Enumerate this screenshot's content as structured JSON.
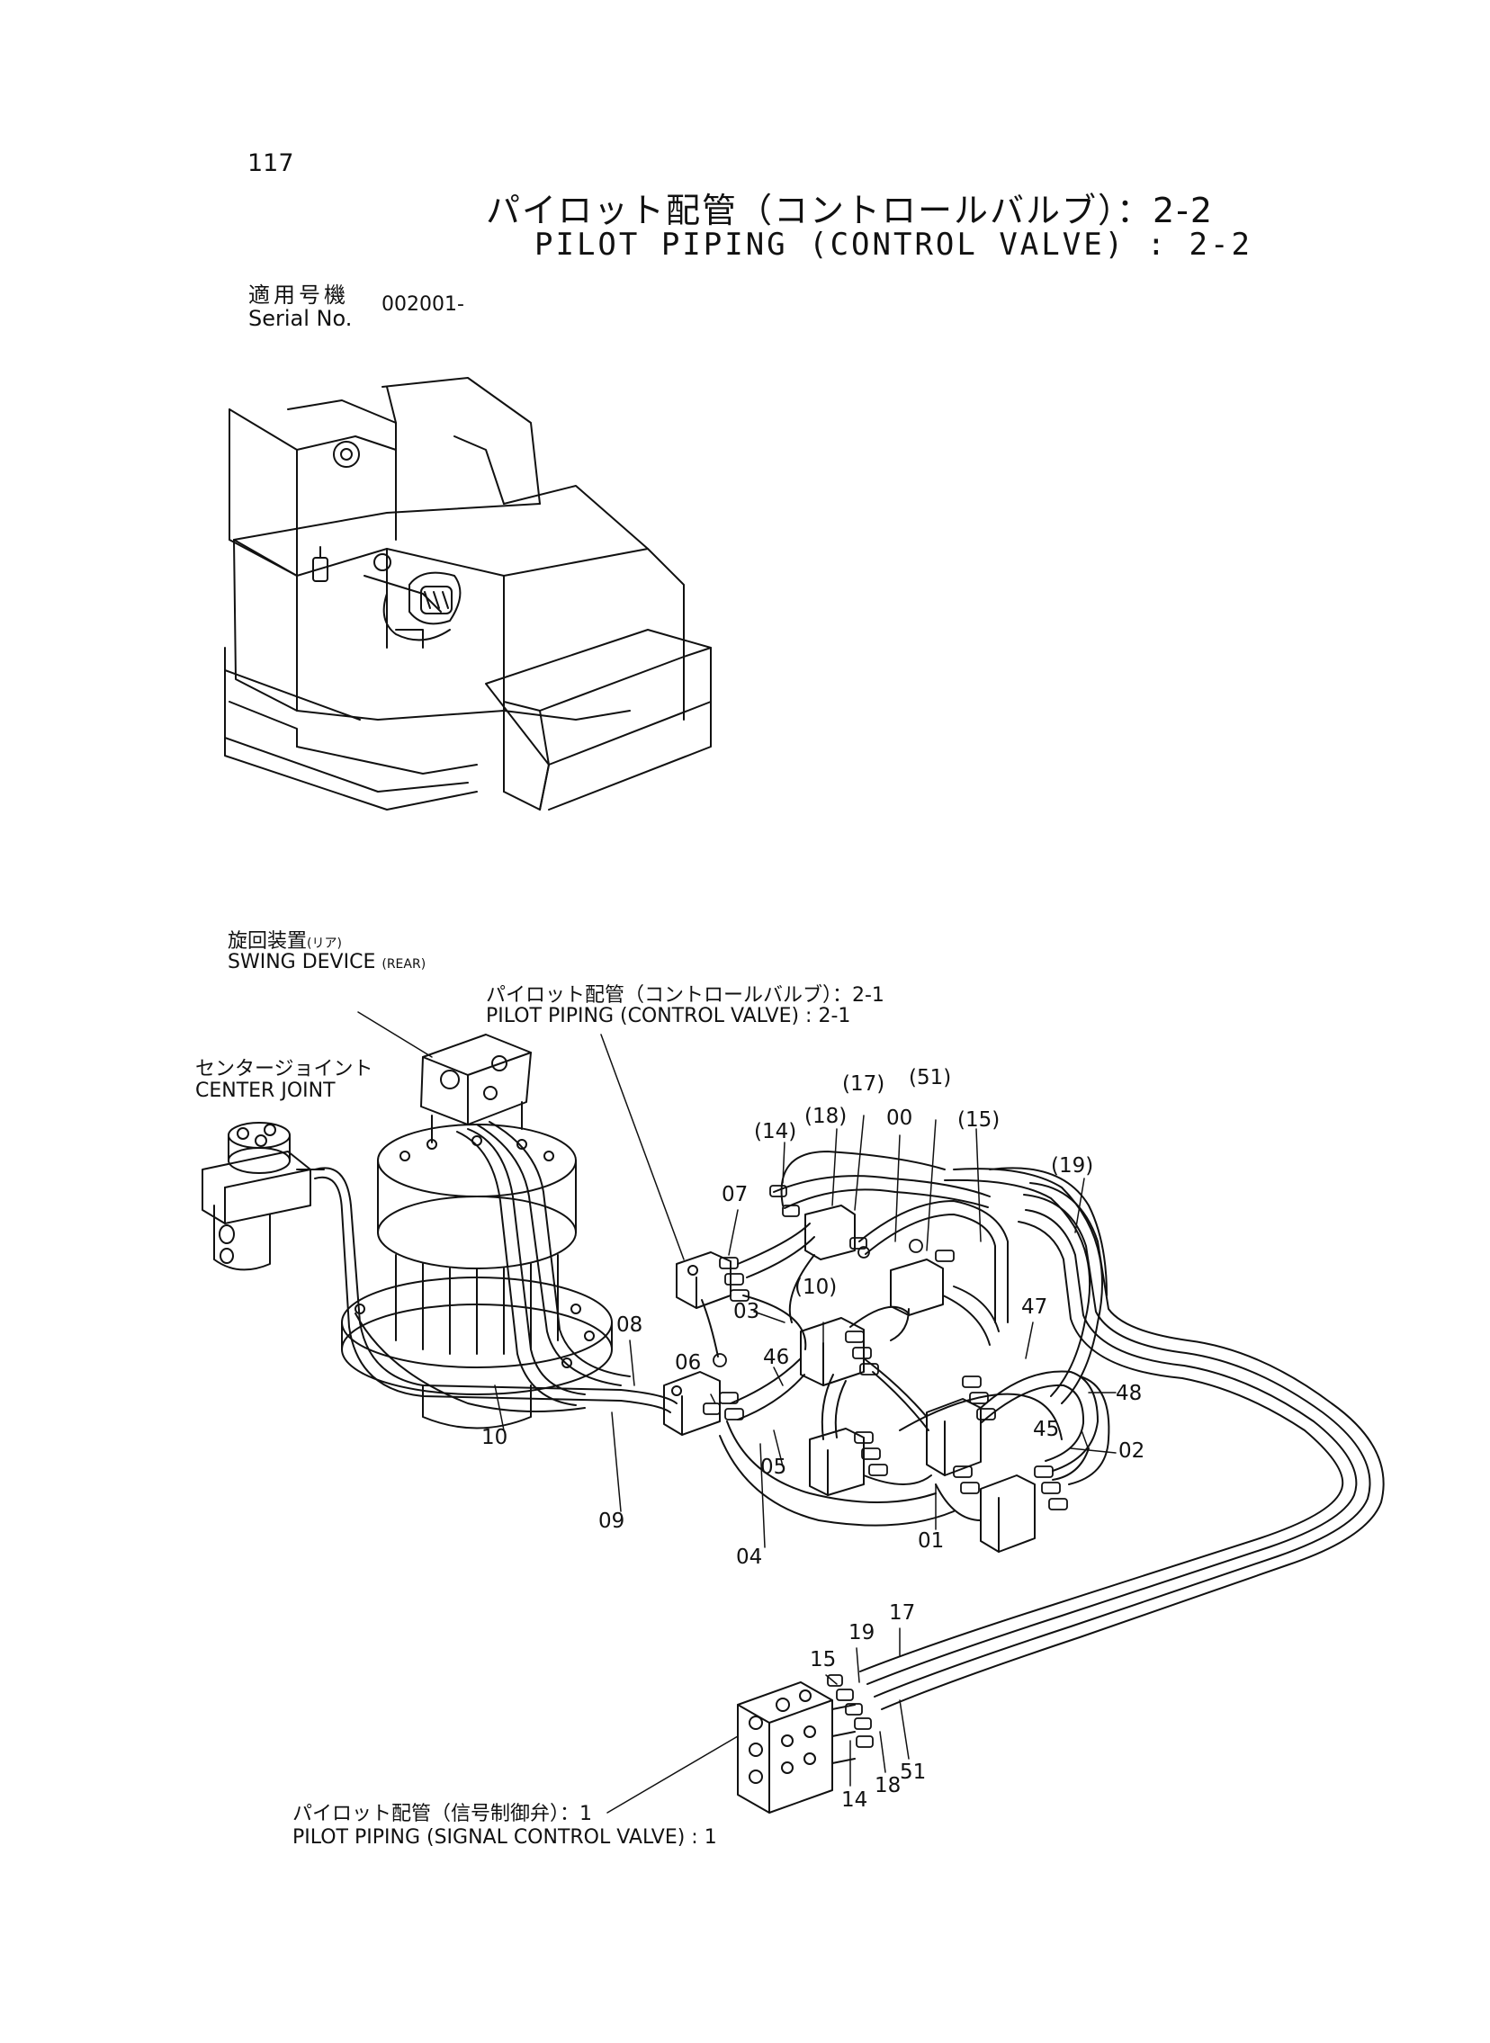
{
  "header": {
    "page_number": "117",
    "title_jp": "パイロット配管（コントロールバルブ）：2-2",
    "title_en": "PILOT PIPING (CONTROL VALVE) : 2-2",
    "serial_label_jp": "適用号機",
    "serial_label_en": "Serial No.",
    "serial_value": "002001-"
  },
  "callouts": {
    "swing_jp": "旋回装置",
    "swing_jp_sub": "(リア)",
    "swing_en": "SWING DEVICE",
    "swing_en_sub": "(REAR)",
    "pilot21_jp": "パイロット配管（コントロールバルブ）：2-1",
    "pilot21_en": "PILOT PIPING (CONTROL VALVE) : 2-1",
    "center_jp": "センタージョイント",
    "center_en": "CENTER JOINT",
    "signal_jp": "パイロット配管（信号制御弁）：1",
    "signal_en": "PILOT PIPING (SIGNAL CONTROL VALVE) : 1"
  },
  "part_numbers": {
    "p14a": "(14)",
    "p18a": "(18)",
    "p17a": "(17)",
    "p00": "00",
    "p51a": "(51)",
    "p15a": "(15)",
    "p19a": "(19)",
    "p07": "07",
    "p03": "03",
    "p10a": "(10)",
    "p47": "47",
    "p06": "06",
    "p46": "46",
    "p08": "08",
    "p48": "48",
    "p10": "10",
    "p45": "45",
    "p02": "02",
    "p05": "05",
    "p09": "09",
    "p01": "01",
    "p04": "04",
    "p17": "17",
    "p19": "19",
    "p15": "15",
    "p14": "14",
    "p18": "18",
    "p51": "51"
  }
}
